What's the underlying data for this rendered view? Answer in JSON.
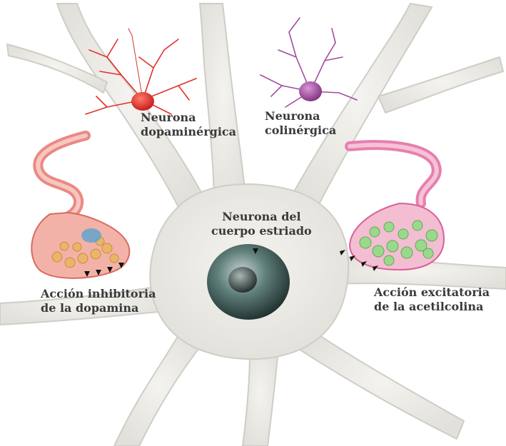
{
  "labels": {
    "dopaminergic": [
      "Neurona",
      "dopaminérgica"
    ],
    "cholinergic": [
      "Neurona",
      "colinérgica"
    ],
    "striatal": [
      "Neurona del",
      "cuerpo estriado"
    ],
    "inhibitory": [
      "Acción inhibitoria",
      "de la dopamina"
    ],
    "excitatory": [
      "Acción excitatoria",
      "de la acetilcolina"
    ]
  },
  "colors": {
    "background": "#ffffff",
    "neuron_body": "#ecebe6",
    "neuron_outline": "#cfcdc6",
    "dopaminergic_neuron": "#e0302a",
    "cholinergic_neuron": "#a04d9e",
    "dopamine_axon": "#ea8a82",
    "acetylcholine_axon": "#e77faf",
    "acetylcholine_vesicles": "#9ad98c",
    "dopamine_vesicles": "#e9b56a",
    "nucleus": "#4f6f6c",
    "label_text": "#3a3a3a"
  }
}
